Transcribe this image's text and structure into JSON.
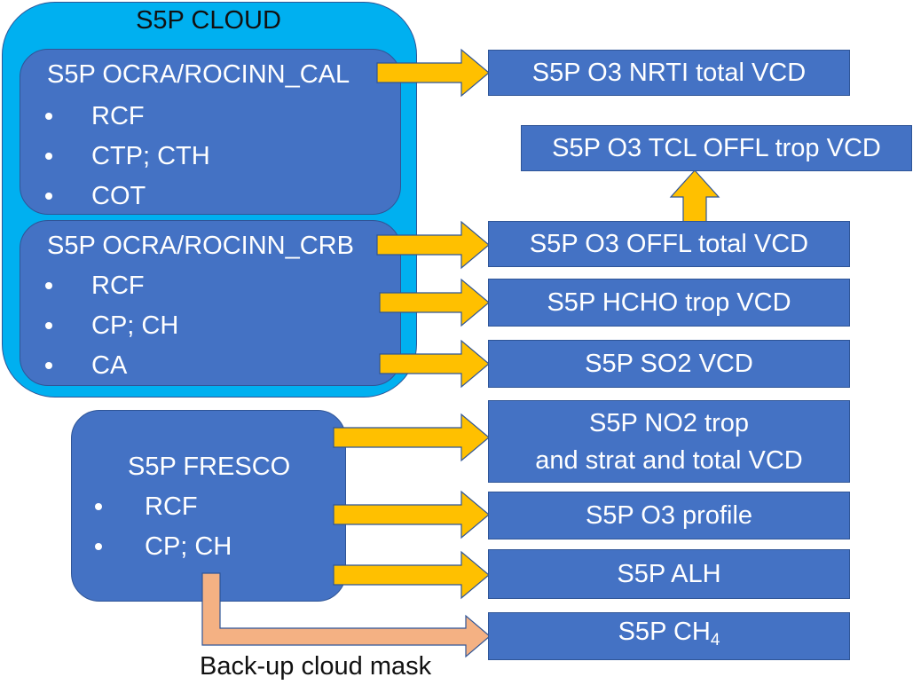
{
  "cloud_group": {
    "title": "S5P CLOUD",
    "cal": {
      "title": "S5P OCRA/ROCINN_CAL",
      "bullets": [
        "RCF",
        "CTP; CTH",
        "COT"
      ]
    },
    "crb": {
      "title": "S5P OCRA/ROCINN_CRB",
      "bullets": [
        "RCF",
        "CP; CH",
        "CA"
      ]
    }
  },
  "fresco": {
    "title": "S5P FRESCO",
    "bullets": [
      "RCF",
      "CP; CH"
    ]
  },
  "products": {
    "o3_nrti": "S5P O3 NRTI total VCD",
    "o3_tcl": "S5P O3 TCL OFFL trop VCD",
    "o3_offl": "S5P O3 OFFL total VCD",
    "hcho": "S5P HCHO trop VCD",
    "so2": "S5P SO2 VCD",
    "no2_line1": "S5P NO2 trop",
    "no2_line2": "and strat and total VCD",
    "o3_profile": "S5P O3 profile",
    "alh": "S5P ALH",
    "ch4_base": "S5P CH",
    "ch4_sub": "4"
  },
  "caption": "Back-up cloud mask",
  "colors": {
    "box": "#4472c4",
    "cloud_bg": "#00b0f0",
    "arrow": "#ffc000",
    "backup_arrow": "#f4b183",
    "border": "#2f5597"
  }
}
